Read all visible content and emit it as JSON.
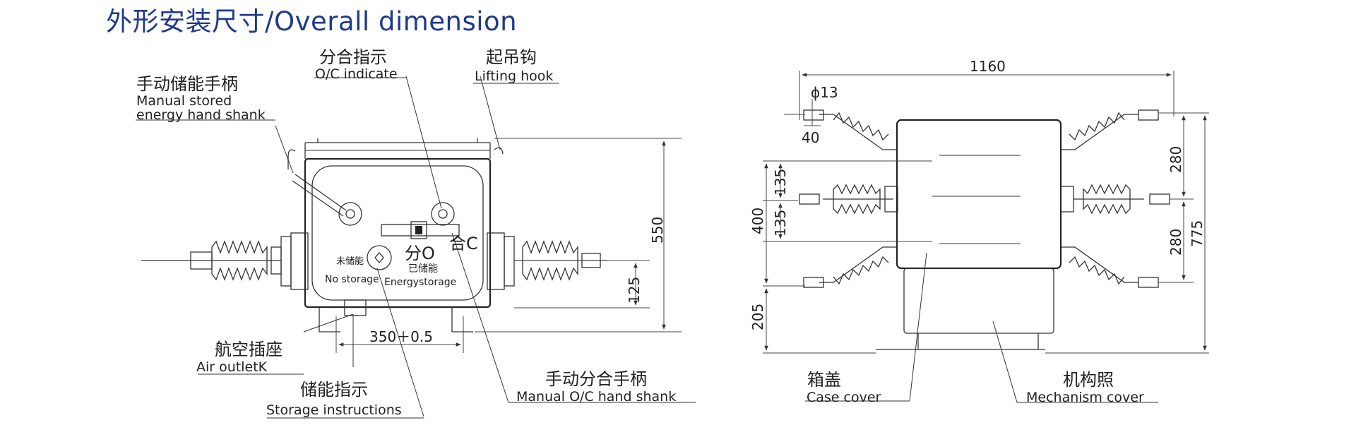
{
  "title": "外形安装尺寸/Overall dimension",
  "colors": {
    "title": "#1f3a8c",
    "line": "#333333",
    "background": "#ffffff"
  },
  "left_view": {
    "labels": {
      "manual_storage_cn": "手动储能手柄",
      "manual_storage_en1": "Manual stored",
      "manual_storage_en2": "energy hand shank",
      "oc_indicate_cn": "分合指示",
      "oc_indicate_en": "O/C indicate",
      "lifting_hook_cn": "起吊钩",
      "lifting_hook_en": "Lifting hook",
      "air_outlet_cn": "航空插座",
      "air_outlet_en": "Air outletK",
      "storage_instr_cn": "储能指示",
      "storage_instr_en": "Storage instructions",
      "manual_oc_cn": "手动分合手柄",
      "manual_oc_en": "Manual O/C hand shank",
      "open_mark": "分O",
      "close_mark": "合C",
      "stored_cn": "已储能",
      "not_stored_cn": "未储能",
      "no_storage_en": "No storage",
      "energy_storage_en": "Energystorage"
    },
    "dimensions": {
      "height": "550",
      "offset": "125",
      "mount": "350＋0.5"
    }
  },
  "right_view": {
    "labels": {
      "case_cover_cn": "箱盖",
      "case_cover_en": "Case cover",
      "mechanism_cn": "机构照",
      "mechanism_en": "Mechanism cover"
    },
    "dimensions": {
      "width": "1160",
      "hole": "ϕ13",
      "terminal": "40",
      "gap1": "135",
      "gap2": "135",
      "spacing": "400",
      "base": "205",
      "top_gap": "280",
      "bottom_gap": "280",
      "total_height": "775"
    }
  }
}
